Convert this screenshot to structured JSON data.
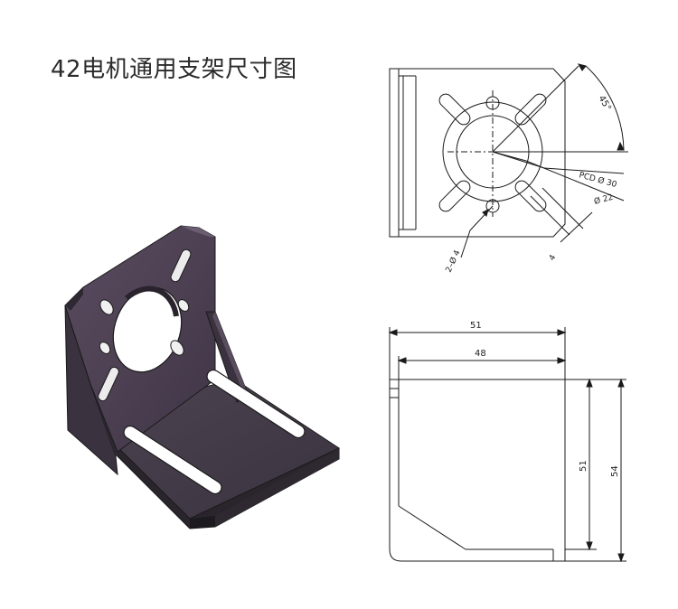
{
  "title": "42电机通用支架尺寸图",
  "front_view": {
    "angle_label": "45°",
    "pcd_label": "PCD Ø 30",
    "center_hole_label": "Ø 22",
    "mount_hole_label": "2–Ø 4",
    "slot_width_label": "4"
  },
  "side_view": {
    "width_outer_label": "51",
    "width_inner_label": "48",
    "height_inner_label": "51",
    "height_outer_label": "54"
  },
  "colors": {
    "bracket_face": "#4a3e4d",
    "bracket_edge": "#2f2a33",
    "bracket_side": "#3d3640",
    "line": "#1a1a1a"
  }
}
